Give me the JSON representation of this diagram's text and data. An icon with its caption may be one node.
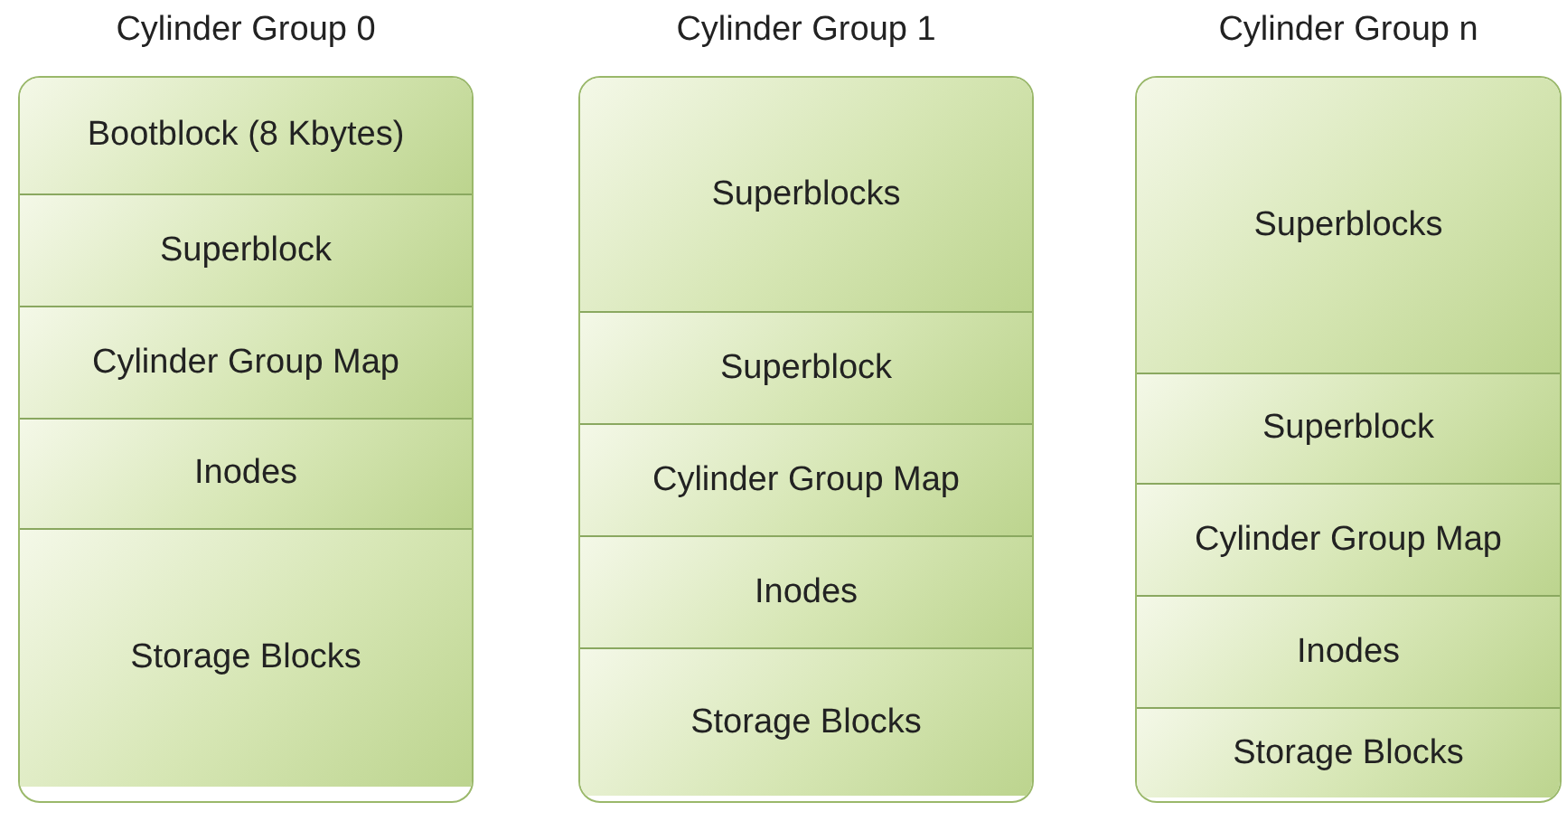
{
  "diagram": {
    "nodes": [
      {
        "text": [
          "Cylinder Group 0"
        ]
      },
      {
        "text": [
          "Bootblock (8 Kbytes)"
        ],
        "in": 0
      },
      {
        "text": [
          "Superblock"
        ],
        "in": 0
      },
      {
        "text": [
          "Cylinder Group Map"
        ],
        "in": 0
      },
      {
        "text": [
          "Inodes"
        ],
        "in": 0
      },
      {
        "text": [
          "Storage Blocks"
        ],
        "in": 0
      },
      {
        "text": [
          "Cylinder Group 1"
        ]
      },
      {
        "text": [
          "Superblocks"
        ],
        "in": 6
      },
      {
        "text": [
          "Superblock"
        ],
        "in": 6
      },
      {
        "text": [
          "Cylinder Group Map"
        ],
        "in": 6
      },
      {
        "text": [
          "Inodes"
        ],
        "in": 6
      },
      {
        "text": [
          "Storage Blocks"
        ],
        "in": 6
      },
      {
        "text": [
          "Cylinder Group n"
        ]
      },
      {
        "text": [
          "Superblocks"
        ],
        "in": 12
      },
      {
        "text": [
          "Superblock"
        ],
        "in": 12
      },
      {
        "text": [
          "Cylinder Group Map"
        ],
        "in": 12
      },
      {
        "text": [
          "Inodes"
        ],
        "in": 12
      },
      {
        "text": [
          "Storage Blocks"
        ],
        "in": 12
      }
    ]
  }
}
